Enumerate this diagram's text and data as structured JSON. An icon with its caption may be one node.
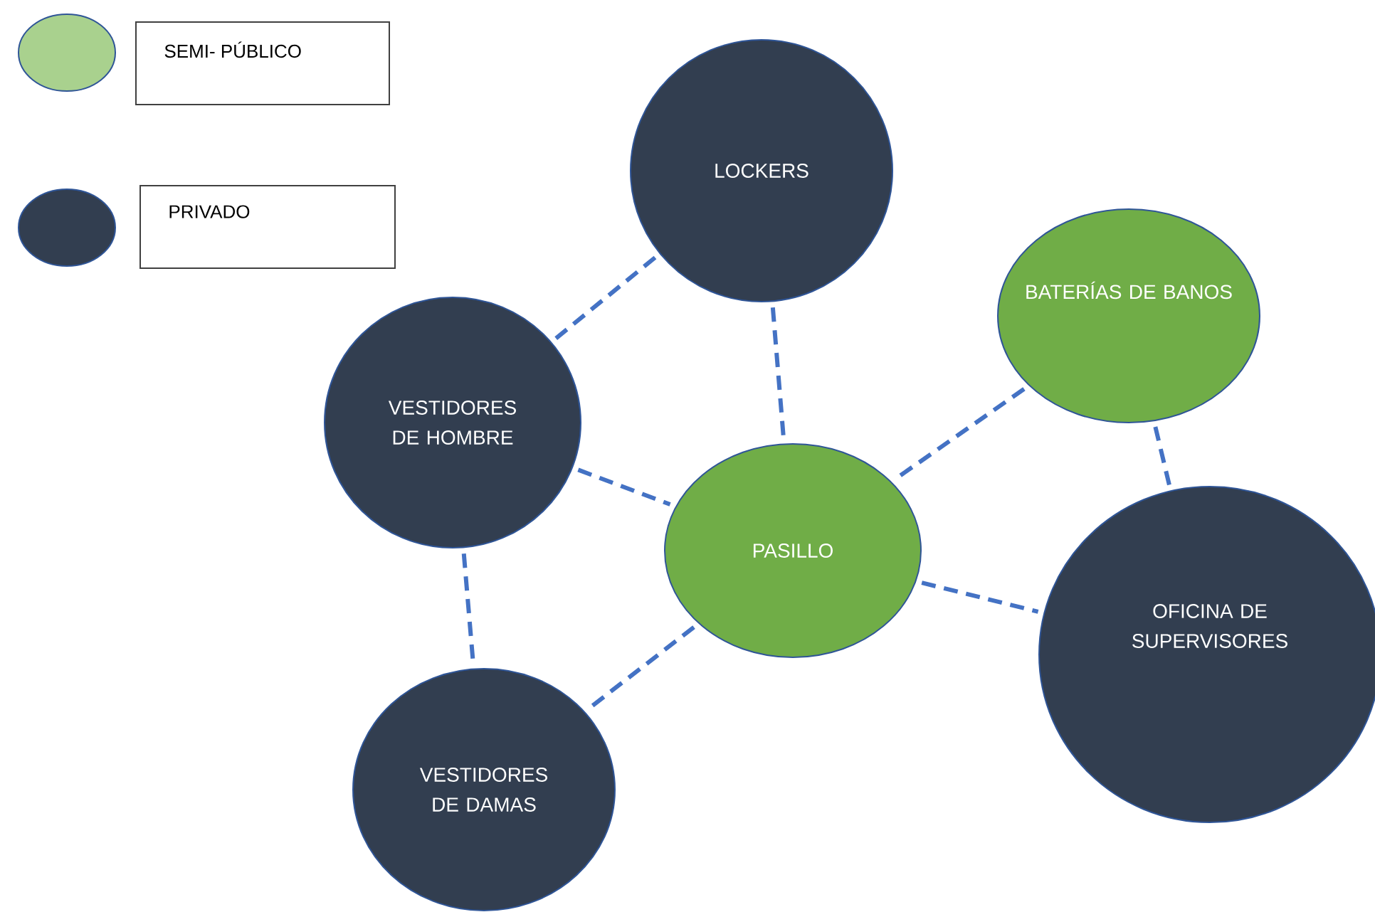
{
  "diagram": {
    "nodes": [
      {
        "text": [
          "LOCKERS"
        ]
      },
      {
        "text": [
          "BATERÍAS DE BANOS"
        ]
      },
      {
        "text": [
          "VESTIDORES DE HOMBRE"
        ]
      },
      {
        "text": [
          "PASILLO"
        ]
      },
      {
        "text": [
          "OFICINA DE SUPERVISORES"
        ]
      },
      {
        "text": [
          "VESTIDORES DE DAMAS"
        ]
      }
    ],
    "edges": [
      {
        "from": 0,
        "to": 2,
        "arrow": "none"
      },
      {
        "from": 0,
        "to": 3,
        "arrow": "none"
      },
      {
        "from": 2,
        "to": 3,
        "arrow": "none"
      },
      {
        "from": 1,
        "to": 3,
        "arrow": "none"
      },
      {
        "from": 1,
        "to": 4,
        "arrow": "none"
      },
      {
        "from": 3,
        "to": 4,
        "arrow": "none"
      },
      {
        "from": 2,
        "to": 5,
        "arrow": "none"
      },
      {
        "from": 3,
        "to": 5,
        "arrow": "none"
      }
    ],
    "legend": [
      {
        "text": "SEMI- PÚBLICO",
        "color": "#a9d18e"
      },
      {
        "text": "PRIVADO",
        "color": "#323e50"
      }
    ]
  }
}
